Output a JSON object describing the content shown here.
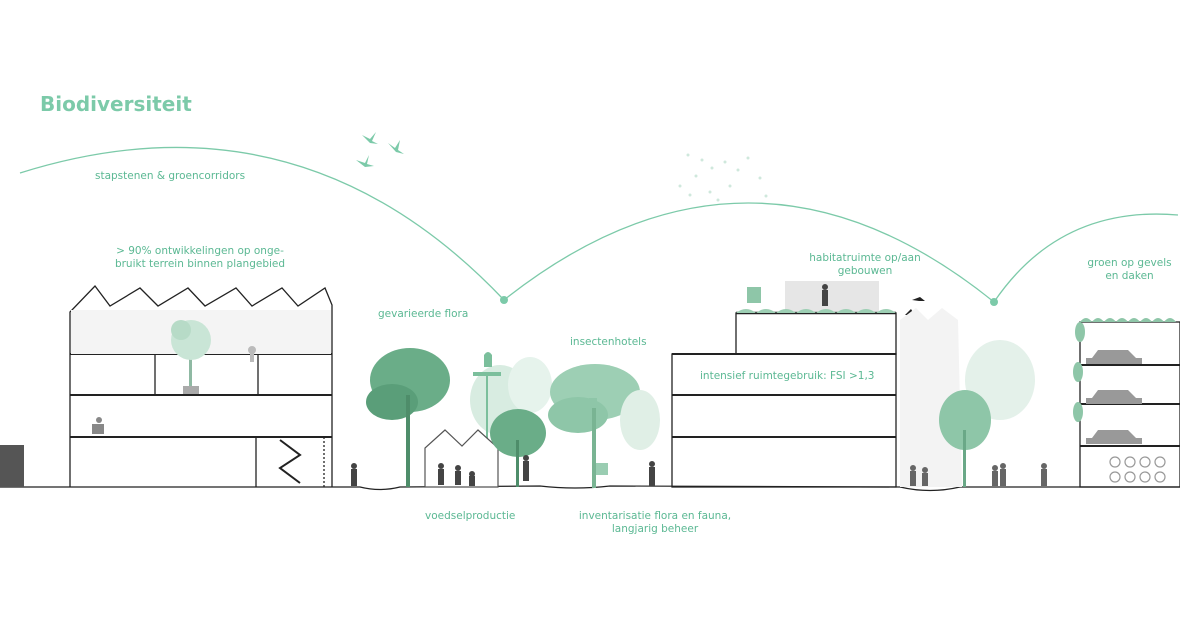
{
  "title": "Biodiversiteit",
  "colors": {
    "accent": "#7ccaa9",
    "label": "#5bb893",
    "tree_dark": "#5fa77f",
    "tree_light": "#b9ddc9",
    "line": "#222222"
  },
  "labels": {
    "corridors": "stapstenen & groencorridors",
    "unused_land": "> 90% ontwikkelingen op onge-\nbruikt terrein binnen plangebied",
    "flora": "gevarieerde flora",
    "insect_hotels": "insectenhotels",
    "habitat": "habitatruimte op/aan\ngebouwen",
    "intensive": "intensief ruimtegebruik: FSI >1,3",
    "green_facades": "groen op gevels\nen daken",
    "food": "voedselproductie",
    "inventory": "inventarisatie flora en fauna,\nlangjarig beheer"
  }
}
